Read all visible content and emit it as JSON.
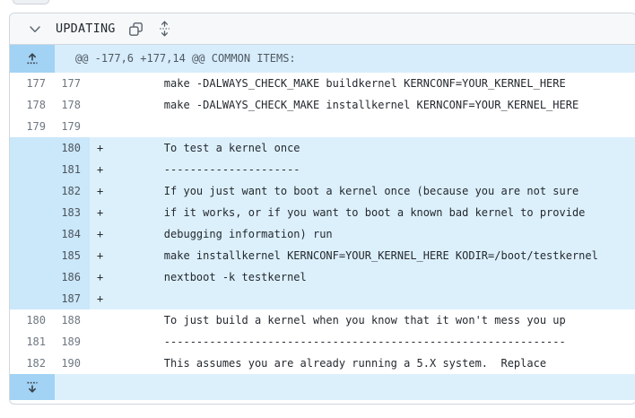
{
  "file_header": {
    "title": "UPDATING",
    "collapse_icon": "chevron-down",
    "copy_icon": "copy",
    "unfold_icon": "expand-up-down"
  },
  "colors": {
    "header_bg": "#f6f8fa",
    "border": "#d0d7de",
    "hunk_row_bg": "#d7edfb",
    "expand_button_bg": "#a2d2f4",
    "added_gutter_bg": "#cbe7fa",
    "added_line_bg": "#dcf0fc",
    "line_number_color": "#6e7781",
    "code_color": "#24292f"
  },
  "diff": {
    "rows": [
      {
        "type": "hunk",
        "text": "@@ -177,6 +177,14 @@ COMMON ITEMS:"
      },
      {
        "type": "context",
        "old": "177",
        "new": "177",
        "sign": "",
        "text": "\tmake -DALWAYS_CHECK_MAKE buildkernel KERNCONF=YOUR_KERNEL_HERE"
      },
      {
        "type": "context",
        "old": "178",
        "new": "178",
        "sign": "",
        "text": "\tmake -DALWAYS_CHECK_MAKE installkernel KERNCONF=YOUR_KERNEL_HERE"
      },
      {
        "type": "context",
        "old": "179",
        "new": "179",
        "sign": "",
        "text": ""
      },
      {
        "type": "added",
        "old": "",
        "new": "180",
        "sign": "+",
        "text": "\tTo test a kernel once"
      },
      {
        "type": "added",
        "old": "",
        "new": "181",
        "sign": "+",
        "text": "\t---------------------"
      },
      {
        "type": "added",
        "old": "",
        "new": "182",
        "sign": "+",
        "text": "\tIf you just want to boot a kernel once (because you are not sure"
      },
      {
        "type": "added",
        "old": "",
        "new": "183",
        "sign": "+",
        "text": "\tif it works, or if you want to boot a known bad kernel to provide"
      },
      {
        "type": "added",
        "old": "",
        "new": "184",
        "sign": "+",
        "text": "\tdebugging information) run"
      },
      {
        "type": "added",
        "old": "",
        "new": "185",
        "sign": "+",
        "text": "\tmake installkernel KERNCONF=YOUR_KERNEL_HERE KODIR=/boot/testkernel"
      },
      {
        "type": "added",
        "old": "",
        "new": "186",
        "sign": "+",
        "text": "\tnextboot -k testkernel"
      },
      {
        "type": "added",
        "old": "",
        "new": "187",
        "sign": "+",
        "text": ""
      },
      {
        "type": "context",
        "old": "180",
        "new": "188",
        "sign": "",
        "text": "\tTo just build a kernel when you know that it won't mess you up"
      },
      {
        "type": "context",
        "old": "181",
        "new": "189",
        "sign": "",
        "text": "\t--------------------------------------------------------------"
      },
      {
        "type": "context",
        "old": "182",
        "new": "190",
        "sign": "",
        "text": "\tThis assumes you are already running a 5.X system.  Replace"
      },
      {
        "type": "expand"
      }
    ]
  }
}
